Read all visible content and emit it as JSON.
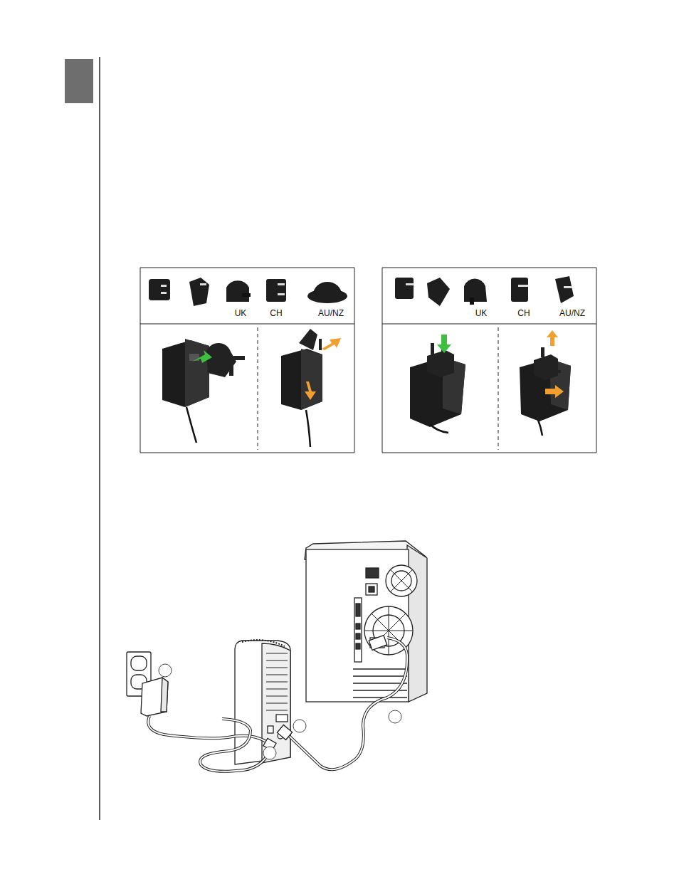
{
  "diagram": {
    "labels": [
      "UK",
      "CH",
      "AU/NZ",
      "UK",
      "CH",
      "AU/NZ"
    ]
  }
}
